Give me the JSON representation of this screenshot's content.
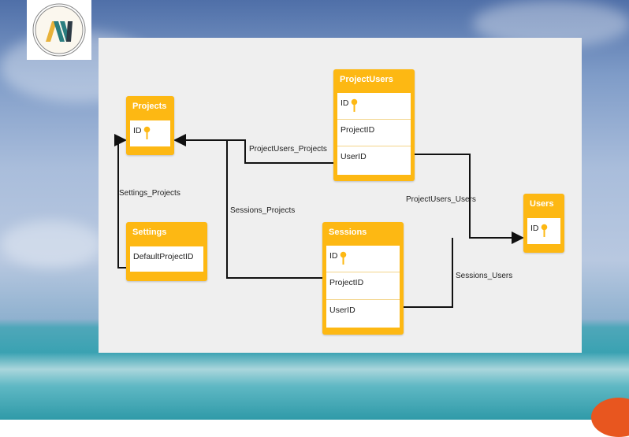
{
  "logo": {
    "text": "W",
    "colors": {
      "yellow": "#e8b23a",
      "teal": "#2a7d80",
      "dark": "#2d3a45"
    }
  },
  "colors": {
    "table": "#fdb813",
    "panel": "#efefef",
    "line": "#111111"
  },
  "tables": {
    "projects": {
      "title": "Projects",
      "fields": [
        {
          "name": "ID",
          "key": true
        }
      ]
    },
    "project_users": {
      "title": "ProjectUsers",
      "fields": [
        {
          "name": "ID",
          "key": true
        },
        {
          "name": "ProjectID"
        },
        {
          "name": "UserID"
        }
      ]
    },
    "settings": {
      "title": "Settings",
      "fields": [
        {
          "name": "DefaultProjectID"
        }
      ]
    },
    "sessions": {
      "title": "Sessions",
      "fields": [
        {
          "name": "ID",
          "key": true
        },
        {
          "name": "ProjectID"
        },
        {
          "name": "UserID"
        }
      ]
    },
    "users": {
      "title": "Users",
      "fields": [
        {
          "name": "ID",
          "key": true
        }
      ]
    }
  },
  "relations": {
    "project_users_projects": "ProjectUsers_Projects",
    "settings_projects": "Settings_Projects",
    "sessions_projects": "Sessions_Projects",
    "project_users_users": "ProjectUsers_Users",
    "sessions_users": "Sessions_Users"
  }
}
